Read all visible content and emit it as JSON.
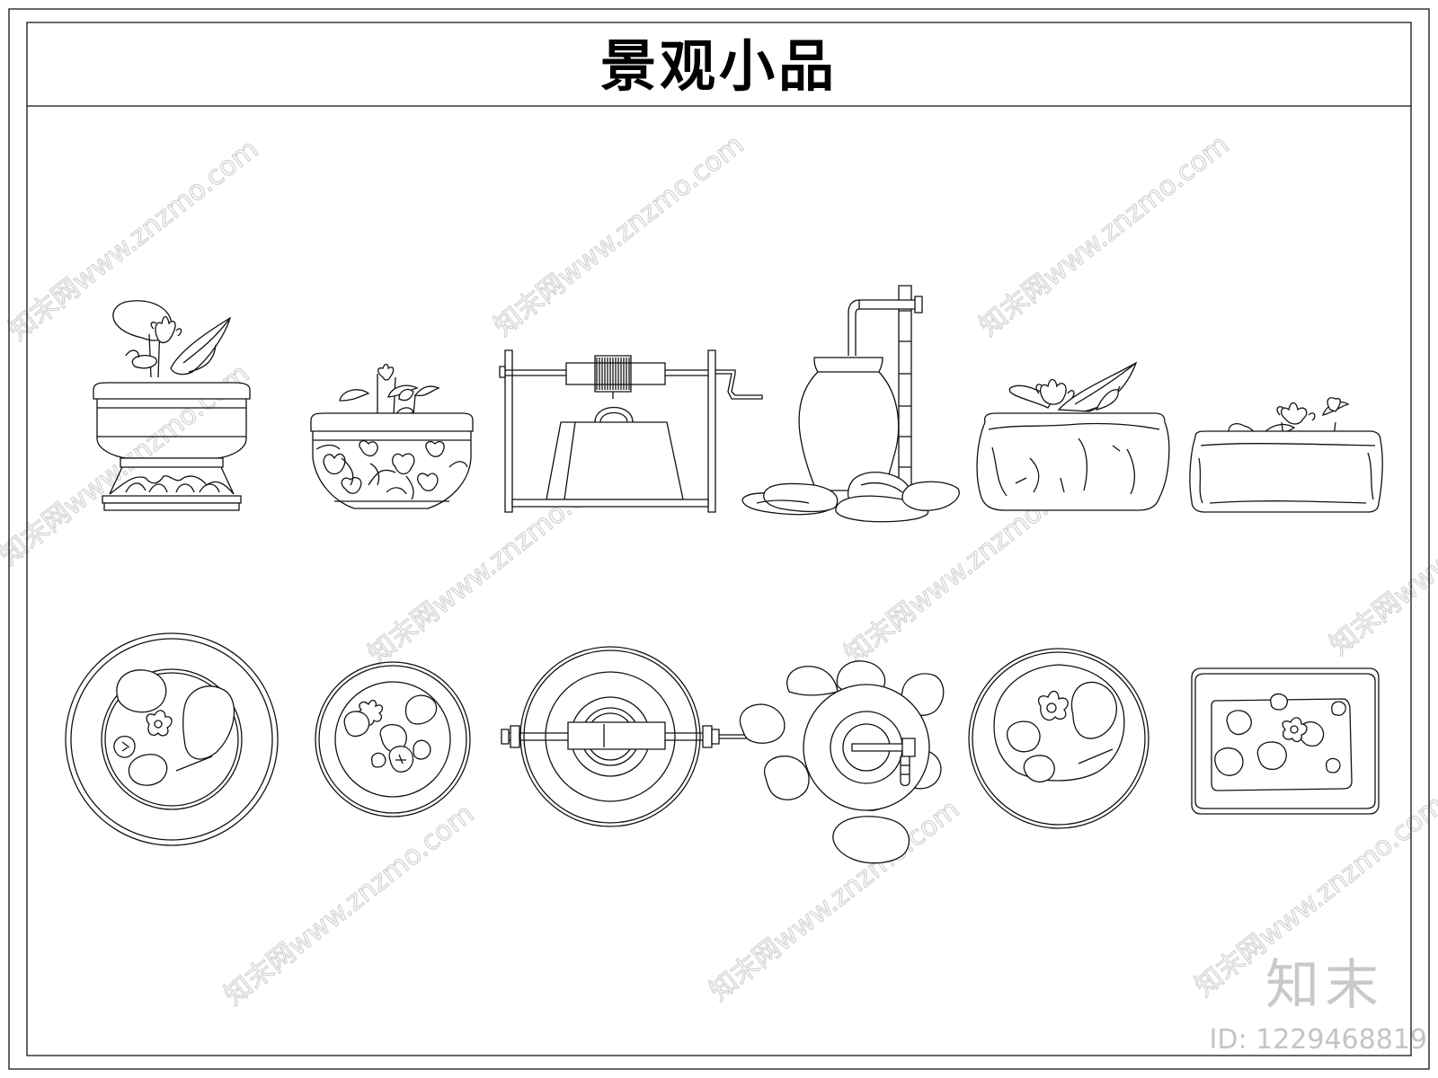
{
  "sheet": {
    "title": "景观小品",
    "watermark": "知末网www.znzmo.com",
    "logo": "知末",
    "doc_id": "ID: 1229468819"
  },
  "items": [
    {
      "name": "lotus-bowl-on-stand-elevation"
    },
    {
      "name": "floral-porcelain-pot-elevation"
    },
    {
      "name": "well-windlass-elevation"
    },
    {
      "name": "jar-with-bamboo-pipe-elevation"
    },
    {
      "name": "stone-trough-lotus-elevation"
    },
    {
      "name": "rectangular-stone-planter-elevation"
    },
    {
      "name": "lotus-bowl-on-stand-plan"
    },
    {
      "name": "floral-porcelain-pot-plan"
    },
    {
      "name": "well-windlass-plan"
    },
    {
      "name": "jar-with-bamboo-pipe-plan"
    },
    {
      "name": "stone-trough-lotus-plan"
    },
    {
      "name": "rectangular-stone-planter-plan"
    }
  ]
}
